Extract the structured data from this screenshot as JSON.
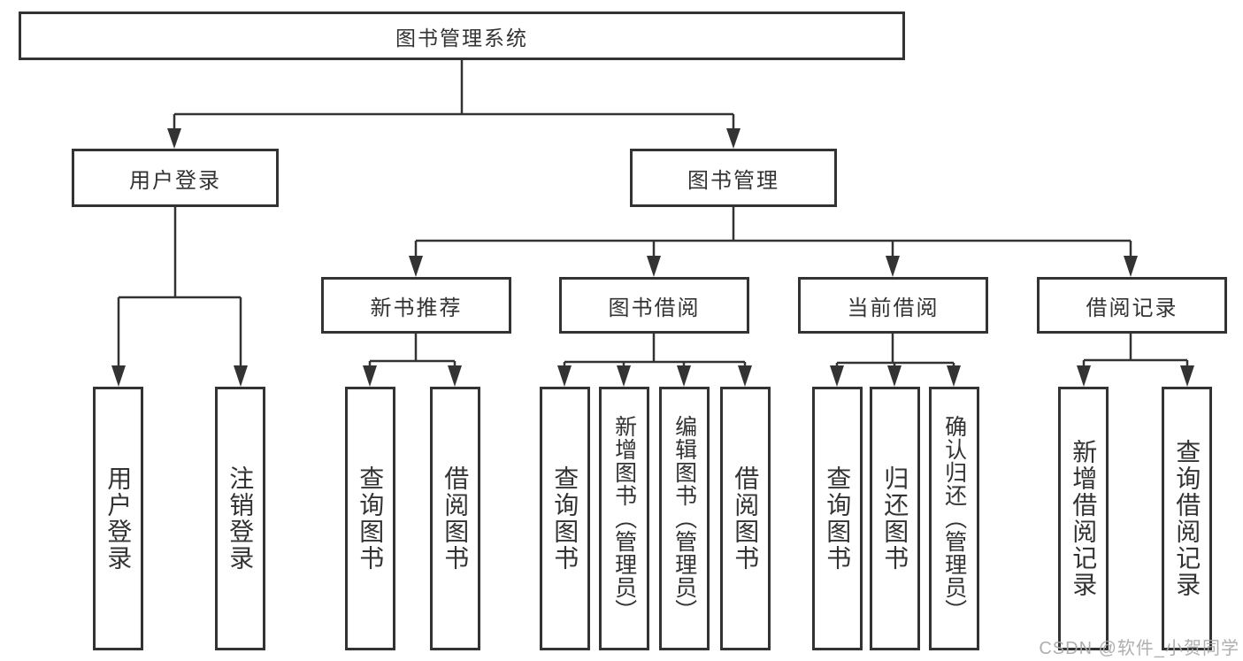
{
  "diagram": {
    "root": {
      "label": "图书管理系统"
    },
    "level2": [
      {
        "label": "用户登录"
      },
      {
        "label": "图书管理"
      }
    ],
    "level3": [
      {
        "label": "新书推荐"
      },
      {
        "label": "图书借阅"
      },
      {
        "label": "当前借阅"
      },
      {
        "label": "借阅记录"
      }
    ],
    "leaves_user_login": [
      {
        "label": "用户登录"
      },
      {
        "label": "注销登录"
      }
    ],
    "leaves_new_book": [
      {
        "label": "查询图书"
      },
      {
        "label": "借阅图书"
      }
    ],
    "leaves_book_borrow": [
      {
        "label": "查询图书"
      },
      {
        "label": "新增图书（管理员）"
      },
      {
        "label": "编辑图书（管理员）"
      },
      {
        "label": "借阅图书"
      }
    ],
    "leaves_current_borrow": [
      {
        "label": "查询图书"
      },
      {
        "label": "归还图书"
      },
      {
        "label": "确认归还（管理员）"
      }
    ],
    "leaves_borrow_record": [
      {
        "label": "新增借阅记录"
      },
      {
        "label": "查询借阅记录"
      }
    ]
  },
  "watermark": {
    "text": "CSDN @软件_小贺同学"
  },
  "colors": {
    "line": "#333333",
    "box_border": "#333333",
    "text": "#333333",
    "background": "#ffffff",
    "watermark": "#a8a8a8"
  }
}
